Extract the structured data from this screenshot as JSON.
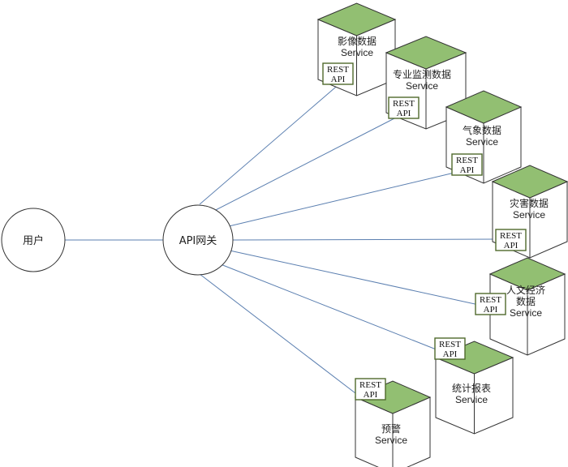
{
  "nodes": {
    "user": {
      "label": "用户"
    },
    "gateway": {
      "label": "API网关"
    }
  },
  "rest_label": {
    "line1": "REST",
    "line2": "API"
  },
  "services": [
    {
      "id": "imagery",
      "lines": [
        "影像数据",
        "Service"
      ]
    },
    {
      "id": "monitoring",
      "lines": [
        "专业监测数据",
        "Service"
      ]
    },
    {
      "id": "weather",
      "lines": [
        "气象数据",
        "Service"
      ]
    },
    {
      "id": "disaster",
      "lines": [
        "灾害数据",
        "Service"
      ]
    },
    {
      "id": "socioeconomic",
      "lines": [
        "人文经济",
        "数据",
        "Service"
      ]
    },
    {
      "id": "report",
      "lines": [
        "统计报表",
        "Service"
      ]
    },
    {
      "id": "warning",
      "lines": [
        "预警",
        "Service"
      ]
    }
  ],
  "colors": {
    "line": "#5b7fb0",
    "cube_top": "#92bf72",
    "cube_border": "#333333",
    "rest_border": "#4f6a2c",
    "rest_fill": "#ffffff"
  }
}
